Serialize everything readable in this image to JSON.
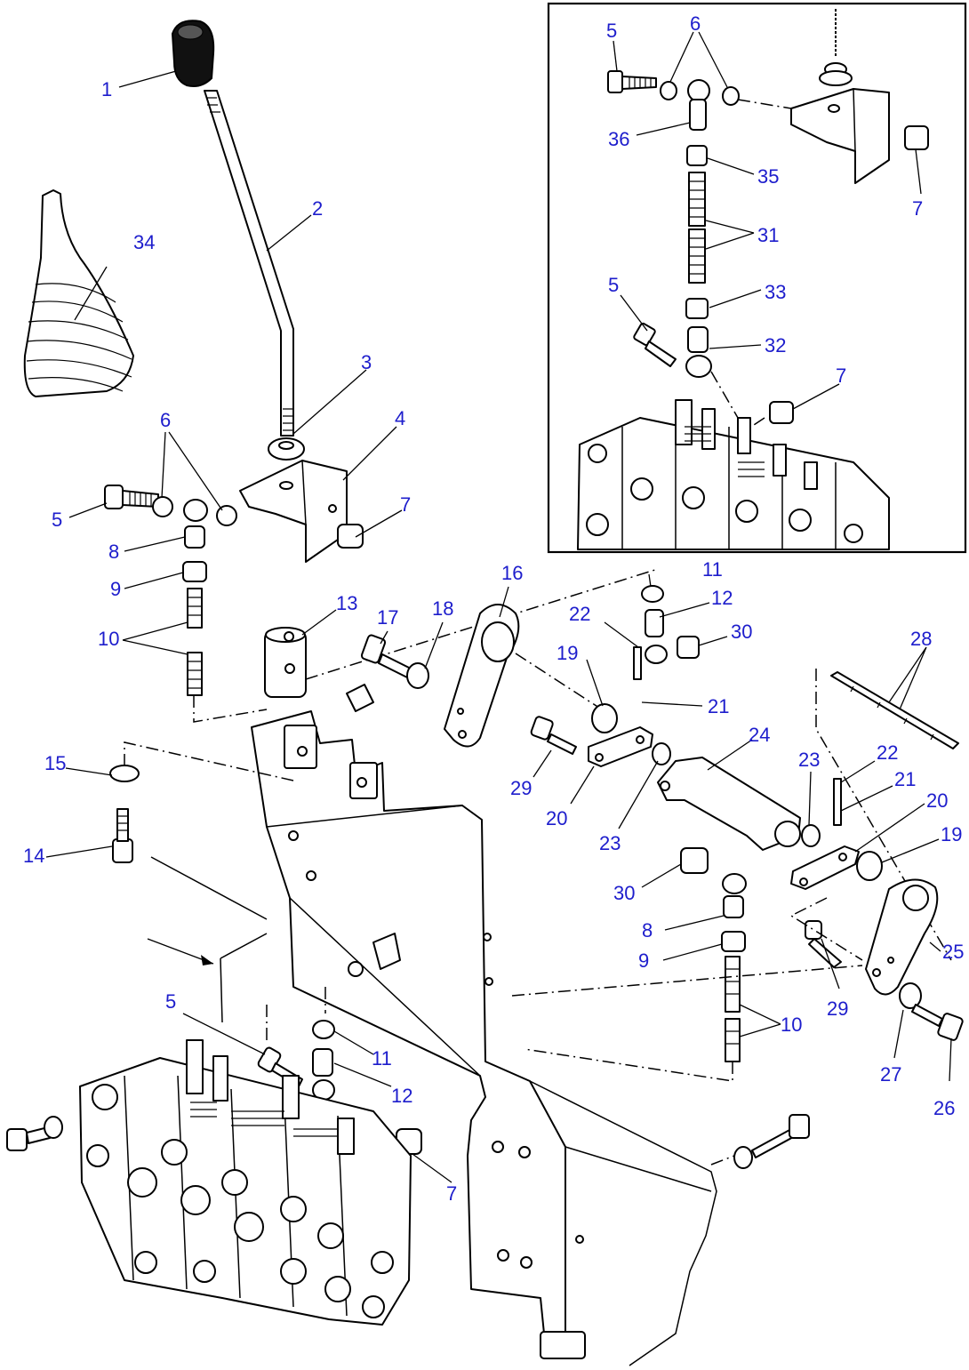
{
  "diagram": {
    "type": "exploded-parts-view",
    "callouts": [
      {
        "id": "c1",
        "label": "1"
      },
      {
        "id": "c2",
        "label": "2"
      },
      {
        "id": "c3",
        "label": "3"
      },
      {
        "id": "c4",
        "label": "4"
      },
      {
        "id": "c5a",
        "label": "5"
      },
      {
        "id": "c6a",
        "label": "6"
      },
      {
        "id": "c7a",
        "label": "7"
      },
      {
        "id": "c8a",
        "label": "8"
      },
      {
        "id": "c9a",
        "label": "9"
      },
      {
        "id": "c10a",
        "label": "10"
      },
      {
        "id": "c13",
        "label": "13"
      },
      {
        "id": "c14",
        "label": "14"
      },
      {
        "id": "c15",
        "label": "15"
      },
      {
        "id": "c16",
        "label": "16"
      },
      {
        "id": "c17",
        "label": "17"
      },
      {
        "id": "c18",
        "label": "18"
      },
      {
        "id": "c11a",
        "label": "11"
      },
      {
        "id": "c12a",
        "label": "12"
      },
      {
        "id": "c30a",
        "label": "30"
      },
      {
        "id": "c22a",
        "label": "22"
      },
      {
        "id": "c19a",
        "label": "19"
      },
      {
        "id": "c21a",
        "label": "21"
      },
      {
        "id": "c29a",
        "label": "29"
      },
      {
        "id": "c20a",
        "label": "20"
      },
      {
        "id": "c23a",
        "label": "23"
      },
      {
        "id": "c24",
        "label": "24"
      },
      {
        "id": "c28",
        "label": "28"
      },
      {
        "id": "c23b",
        "label": "23"
      },
      {
        "id": "c22b",
        "label": "22"
      },
      {
        "id": "c21b",
        "label": "21"
      },
      {
        "id": "c20b",
        "label": "20"
      },
      {
        "id": "c19b",
        "label": "19"
      },
      {
        "id": "c30b",
        "label": "30"
      },
      {
        "id": "c8b",
        "label": "8"
      },
      {
        "id": "c9b",
        "label": "9"
      },
      {
        "id": "c25",
        "label": "25"
      },
      {
        "id": "c29b",
        "label": "29"
      },
      {
        "id": "c10b",
        "label": "10"
      },
      {
        "id": "c27",
        "label": "27"
      },
      {
        "id": "c26",
        "label": "26"
      },
      {
        "id": "c5b",
        "label": "5"
      },
      {
        "id": "c11b",
        "label": "11"
      },
      {
        "id": "c12b",
        "label": "12"
      },
      {
        "id": "c7b",
        "label": "7"
      },
      {
        "id": "c34",
        "label": "34"
      },
      {
        "id": "i5a",
        "label": "5"
      },
      {
        "id": "i6",
        "label": "6"
      },
      {
        "id": "i36",
        "label": "36"
      },
      {
        "id": "i35",
        "label": "35"
      },
      {
        "id": "i7a",
        "label": "7"
      },
      {
        "id": "i31",
        "label": "31"
      },
      {
        "id": "i5b",
        "label": "5"
      },
      {
        "id": "i33",
        "label": "33"
      },
      {
        "id": "i32",
        "label": "32"
      },
      {
        "id": "i7b",
        "label": "7"
      }
    ]
  },
  "colors": {
    "callout": "#1d1dcc",
    "line": "#000000",
    "background": "#ffffff"
  }
}
